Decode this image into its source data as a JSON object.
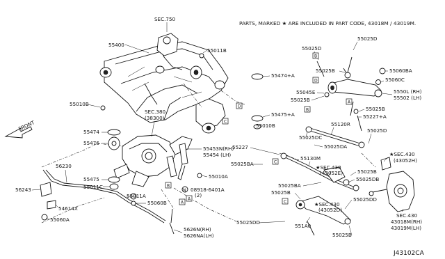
{
  "header_note": "PARTS, MARKED ★ ARE INCLUDED IN PART CODE, 43018M / 43019M.",
  "diagram_code": "J43102CA",
  "front_label": "FRONT",
  "labels": {
    "sec750": "SEC.750",
    "p55400": "55400",
    "p55011B": "55011B",
    "p55010B_l": "55010B",
    "sec380": "SEC.380",
    "sec380_sub": "(38300)",
    "p55474": "55474",
    "p55476": "55476",
    "p55474A": "55474+A",
    "p55475A": "55475+A",
    "p55010B_m": "55010B",
    "p55453N": "55453N(RH)",
    "p55454": "55454  (LH)",
    "p55010A": "55010A",
    "p08918": "08918-6401A",
    "p08918_qty": "(2)",
    "p56230": "56230",
    "p56243": "56243",
    "p54614X": "54614X",
    "p55060A": "55060A",
    "p55475": "55475",
    "p55011C": "55011C",
    "p55011A": "55011A",
    "p55060B": "55060B",
    "p5626N": "5626N(RH)",
    "p5626NA": "5626NA(LH)",
    "p55025D_1": "55025D",
    "p55025D_top": "55025D",
    "p55025B_1": "55025B",
    "p55060BA": "55060BA",
    "p55060C": "55060C",
    "p55045E": "55045E",
    "p55025B_2": "55025B",
    "p5550L": "5550L (RH)",
    "p55502": "55502 (LH)",
    "p55025B_3": "55025B",
    "p55227A": "55227+A",
    "p55120R": "55120R",
    "p55025DC": "55025DC",
    "p55227": "55227",
    "p55025DA": "55025DA",
    "p55130M": "55130M",
    "p55025BA_1": "55025BA",
    "sec430_a": "★SEC.430",
    "sec430_a_sub": "(43052E)",
    "p55025D_r": "55025D",
    "sec430_b": "★SEC.430",
    "sec430_b_sub": "(43052H)",
    "p55025BA_2": "55025BA",
    "p55025B_4": "55025B",
    "p55025B_5": "55025B",
    "p55025DB": "55025DB",
    "sec430_c": "★SEC.430",
    "sec430_c_sub": "(43052D)",
    "p55025DD_1": "55025DD",
    "p55025DD_2": "55025DD",
    "p551A0": "551A0",
    "p55025B_6": "55025B",
    "sec430_d": "SEC.430",
    "sec430_d_sub1": "43018M(RH)",
    "sec430_d_sub2": "43019M(LH)"
  },
  "ref_boxes": [
    "A",
    "B",
    "C",
    "D",
    "A",
    "B",
    "C",
    "D",
    "B",
    "C",
    "A"
  ],
  "circle_n": "N"
}
